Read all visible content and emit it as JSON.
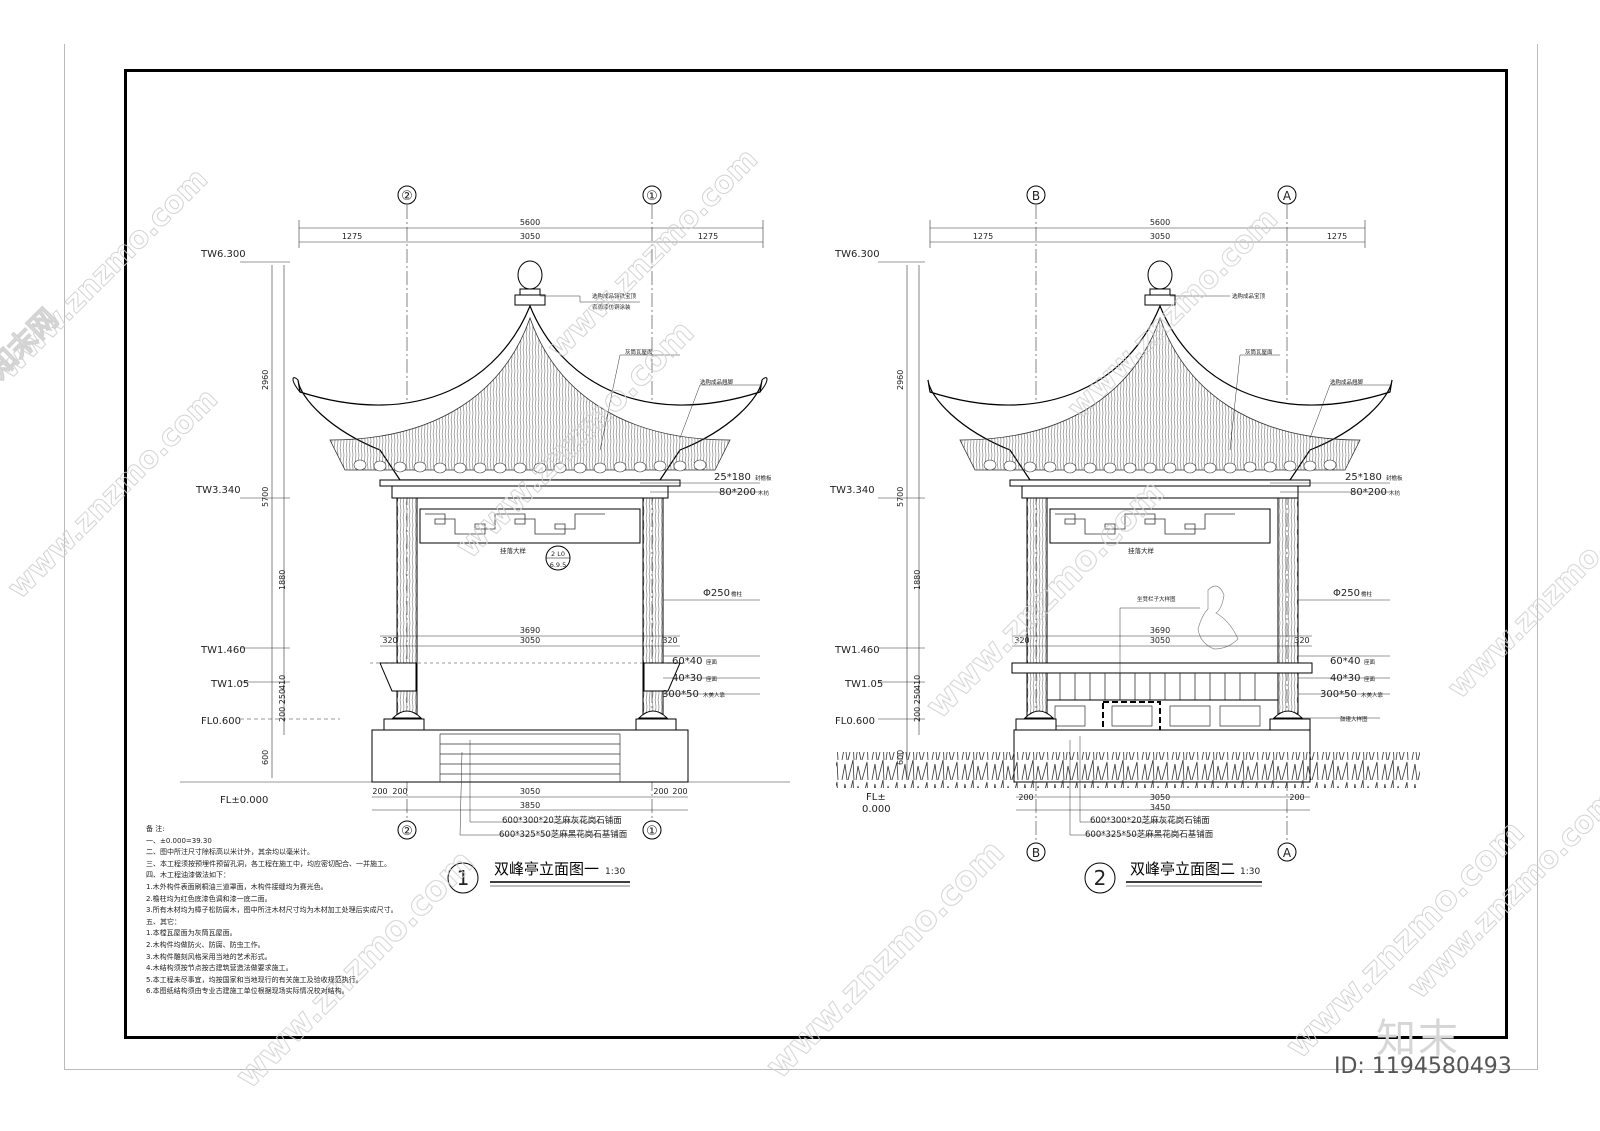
{
  "drawing_1": {
    "axis_left": "②",
    "axis_right": "①",
    "title_number": "1",
    "title": "双峰亭立面图一",
    "scale": "1:30",
    "dim_total": "5600",
    "dim_side": "1275",
    "dim_mid": "3050",
    "dim_rail_total": "3690",
    "dim_rail_side": "320",
    "dim_rail_mid": "3050",
    "dim_base_side": "200",
    "dim_base_mid": "3050",
    "dim_base_total": "3850",
    "level_top": "TW6.300",
    "level_eave": "TW3.340",
    "level_rail": "TW1.460",
    "level_bench": "TW1.05",
    "level_floor": "FL0.600",
    "level_ground": "FL±0.000",
    "vdim_roof": "2960",
    "vdim_total": "5700",
    "vdim_column": "1880",
    "vdim_rail": "410",
    "vdim_base": "200 250",
    "vdim_plinth": "600",
    "label_finial": "选购成品铸铁宝顶",
    "label_finial2": "表面漆仿铜涂装",
    "label_tile": "灰筒瓦屋面",
    "label_ridge": "选购成品翘脚",
    "label_eave_board": "25*180",
    "label_eave_board_text": "封檐板",
    "label_beam": "80*200",
    "label_beam_text": "木枋",
    "label_lattice": "挂落大样",
    "ref_top": "2 L0",
    "ref_bottom": "6.9.5",
    "label_column": "Φ250",
    "label_column_text": "檐柱",
    "label_bench_top": "60*40",
    "label_bench_top_text": "座面",
    "label_bench_mid": "40*30",
    "label_bench_mid_text": "座面",
    "label_bench_board": "300*50",
    "label_bench_board_text": "木美人靠",
    "label_step1": "600*300*20芝麻灰花岗石铺面",
    "label_step2": "600*325*50芝麻黑花岗石基铺面"
  },
  "drawing_2": {
    "axis_left": "B",
    "axis_right": "A",
    "title_number": "2",
    "title": "双峰亭立面图二",
    "scale": "1:30",
    "dim_total": "5600",
    "dim_side": "1275",
    "dim_mid": "3050",
    "dim_rail_total": "3690",
    "dim_rail_side": "320",
    "dim_rail_mid": "3050",
    "dim_base_side": "200",
    "dim_base_mid": "3050",
    "dim_base_total": "3450",
    "level_top": "TW6.300",
    "level_eave": "TW3.340",
    "level_rail": "TW1.460",
    "level_bench": "TW1.05",
    "level_floor": "FL0.600",
    "level_ground_a": "FL±",
    "level_ground_b": "0.000",
    "vdim_roof": "2960",
    "vdim_total": "5700",
    "vdim_column": "1880",
    "vdim_rail": "410",
    "vdim_base": "200 250",
    "vdim_plinth": "600",
    "label_finial": "选购成品宝顶",
    "label_tile": "灰筒瓦屋面",
    "label_ridge": "选购成品翘脚",
    "label_eave_board": "25*180",
    "label_eave_board_text": "封檐板",
    "label_beam": "80*200",
    "label_beam_text": "木枋",
    "label_lattice": "挂落大样",
    "label_panel": "坐凳栏子大样图",
    "label_column": "Φ250",
    "label_column_text": "檐柱",
    "label_bench_top": "60*40",
    "label_bench_top_text": "座面",
    "label_bench_mid": "40*30",
    "label_bench_mid_text": "座面",
    "label_bench_board": "300*50",
    "label_bench_board_text": "木美人靠",
    "label_base_detail": "鼓磴大样图",
    "label_step1": "600*300*20芝麻灰花岗石铺面",
    "label_step2": "600*325*50芝麻黑花岗石基铺面"
  },
  "notes": {
    "heading": "备  注:",
    "lines": [
      "一、±0.000=39.30",
      "二、图中所注尺寸除标高以米计外，其余均以毫米计。",
      "三、本工程须按预埋件预留孔洞，各工程在施工中，均应密切配合、一并施工。",
      "四、木工程油漆做法如下：",
      "1.木外构件表面刷桐油三道罩面，木构件接缝均为赛光色。",
      "2.檐柱均为红色底漆色调和漆一底二面。",
      "3.所有木材均为樟子松防腐木，图中所注木材尺寸均为木材加工处理后实成尺寸。",
      "五、其它：",
      "1.本樘瓦屋面为灰筒瓦屋面。",
      "2.木构件均做防火、防腐、防虫工作。",
      "3.木构件雕刻风格采用当地的艺术形式。",
      "4.木结构须按节点按古建筑营造法做要求施工。",
      "5.本工程未尽事宜，均按国家和当地现行的有关施工及验收规范执行。",
      "6.本图纸结构须由专业古建施工单位根据现场实际情况校对结构。"
    ]
  },
  "watermark": {
    "url": "www.znzmo.com",
    "brand_cn": "知末网",
    "brand_short": "知末"
  },
  "image_id": "ID: 1194580493"
}
